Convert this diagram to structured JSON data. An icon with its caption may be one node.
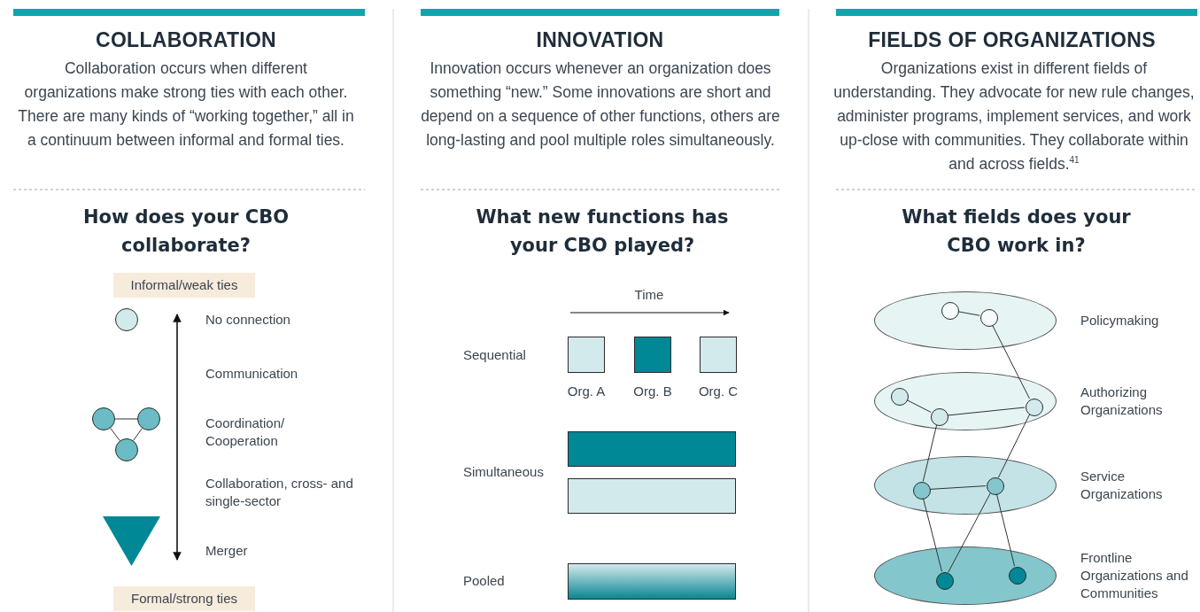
{
  "diagram": {
    "nodes": [
      {
        "text": [
          "Informal/weak ties"
        ]
      },
      {
        "text": [],
        "shape": "circle"
      },
      {
        "text": [],
        "shape": "circle"
      },
      {
        "text": [],
        "shape": "circle"
      },
      {
        "text": [],
        "shape": "circle"
      },
      {
        "text": [],
        "shape": "triangle"
      },
      {
        "text": [
          "Formal/strong ties"
        ]
      },
      {
        "text": [],
        "shape": "box",
        "beside": [
          "Org. A"
        ]
      },
      {
        "text": [],
        "shape": "box",
        "beside": [
          "Org. B"
        ]
      },
      {
        "text": [],
        "shape": "box",
        "beside": [
          "Org. C"
        ]
      },
      {
        "text": [],
        "shape": "bar"
      },
      {
        "text": [],
        "shape": "bar"
      },
      {
        "text": [],
        "shape": "bar"
      },
      {
        "text": [],
        "shape": "ellipse",
        "beside": [
          "Policymaking"
        ]
      },
      {
        "text": [],
        "shape": "circle",
        "in": 13
      },
      {
        "text": [],
        "shape": "circle",
        "in": 13
      },
      {
        "text": [],
        "shape": "ellipse",
        "beside": [
          "Authorizing Organizations"
        ]
      },
      {
        "text": [],
        "shape": "circle",
        "in": 16
      },
      {
        "text": [],
        "shape": "circle",
        "in": 16
      },
      {
        "text": [],
        "shape": "circle",
        "in": 16
      },
      {
        "text": [],
        "shape": "ellipse",
        "beside": [
          "Service Organizations"
        ]
      },
      {
        "text": [],
        "shape": "circle",
        "in": 20
      },
      {
        "text": [],
        "shape": "circle",
        "in": 20
      },
      {
        "text": [],
        "shape": "ellipse",
        "beside": [
          "Frontline Organizations and Communities"
        ]
      },
      {
        "text": [],
        "shape": "circle",
        "in": 23
      },
      {
        "text": [],
        "shape": "circle",
        "in": 23
      }
    ],
    "edges": [
      {
        "from": 2,
        "to": 3,
        "arrow": "none"
      },
      {
        "from": 2,
        "to": 4,
        "arrow": "none"
      },
      {
        "from": 3,
        "to": 4,
        "arrow": "none"
      },
      {
        "from": 14,
        "to": 15,
        "arrow": "none"
      },
      {
        "from": 15,
        "to": 19,
        "arrow": "none"
      },
      {
        "from": 17,
        "to": 18,
        "arrow": "none"
      },
      {
        "from": 18,
        "to": 19,
        "arrow": "none"
      },
      {
        "from": 18,
        "to": 21,
        "arrow": "none"
      },
      {
        "from": 19,
        "to": 22,
        "arrow": "none"
      },
      {
        "from": 21,
        "to": 22,
        "arrow": "none"
      },
      {
        "from": 21,
        "to": 24,
        "arrow": "none"
      },
      {
        "from": 22,
        "to": 24,
        "arrow": "none"
      },
      {
        "from": 22,
        "to": 25,
        "arrow": "none"
      }
    ],
    "labels": [
      "COLLABORATION",
      "Collaboration occurs when different organizations make strong ties with each other. There are many kinds of “working together,” all in a continuum between informal and formal ties.",
      "How does your CBO collaborate?",
      "No connection",
      "Communication",
      "Coordination/ Cooperation",
      "Collaboration, cross- and single-sector",
      "Merger",
      "INNOVATION",
      "Innovation occurs whenever an organization does something “new.” Some innovations are short and depend on a sequence of other functions, others are long-lasting and pool multiple roles simultaneously.",
      "What new functions has your CBO played?",
      "Time",
      "Sequential",
      "Simultaneous",
      "Pooled",
      "FIELDS OF ORGANIZATIONS",
      "Organizations exist in different fields of understanding. They advocate for new rule changes, administer programs, implement services, and work up-close with communities. They collaborate within and across fields.$^{41}$",
      "What fields does your CBO work in?"
    ]
  }
}
